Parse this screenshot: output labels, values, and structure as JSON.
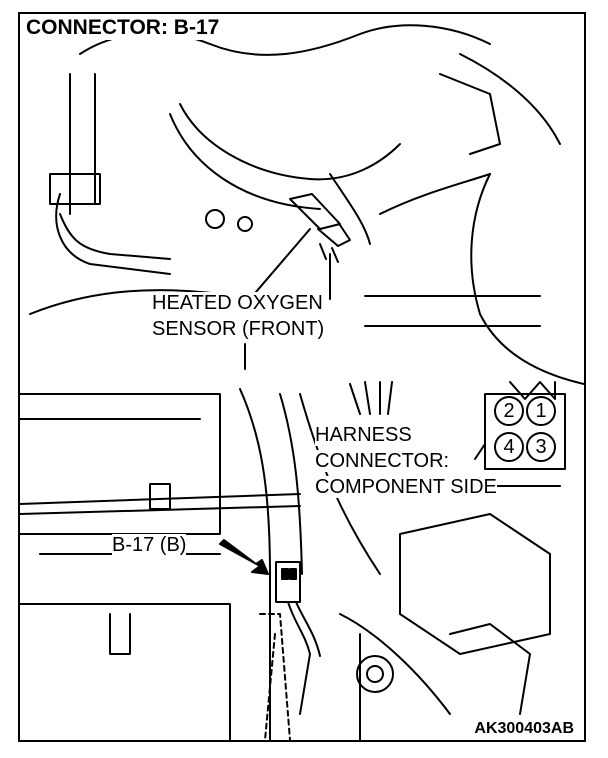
{
  "title": "CONNECTOR: B-17",
  "sensor_label": {
    "line1": "HEATED OXYGEN",
    "line2": "SENSOR (FRONT)"
  },
  "harness_label": {
    "line1": "HARNESS",
    "line2": "CONNECTOR:",
    "line3": "COMPONENT SIDE"
  },
  "connector_ref": "B-17 (B)",
  "pins": [
    "2",
    "1",
    "4",
    "3"
  ],
  "figure_code": "AK300403AB"
}
